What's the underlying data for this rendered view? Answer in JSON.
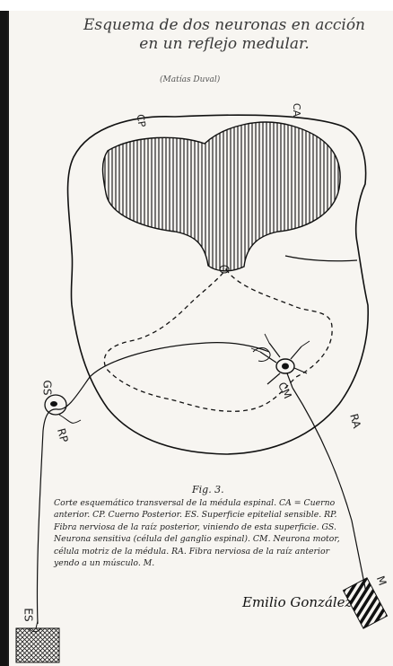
{
  "title": "Esquema de dos neuronas en acción en un reflejo medular.",
  "author": "(Matías Duval)",
  "labels": {
    "cp": "CP",
    "ca": "CA",
    "gs": "GS",
    "rp": "RP",
    "cm": "CM",
    "ra": "RA",
    "es": "ES",
    "m": "M"
  },
  "figure_label": "Fig. 3.",
  "caption": "Corte esquemático transversal de la médula espinal. CA = Cuerno anterior. CP. Cuerno Posterior. ES. Superficie epitelial sensible. RP. Fibra nerviosa de la raíz posterior, viniendo de esta superficie. GS. Neurona sensitiva (célula del ganglio espinal). CM. Neurona motor, célula motriz de la médula. RA. Fibra nerviosa de la raíz anterior yendo a un músculo. M.",
  "signature": "Emilio González"
}
